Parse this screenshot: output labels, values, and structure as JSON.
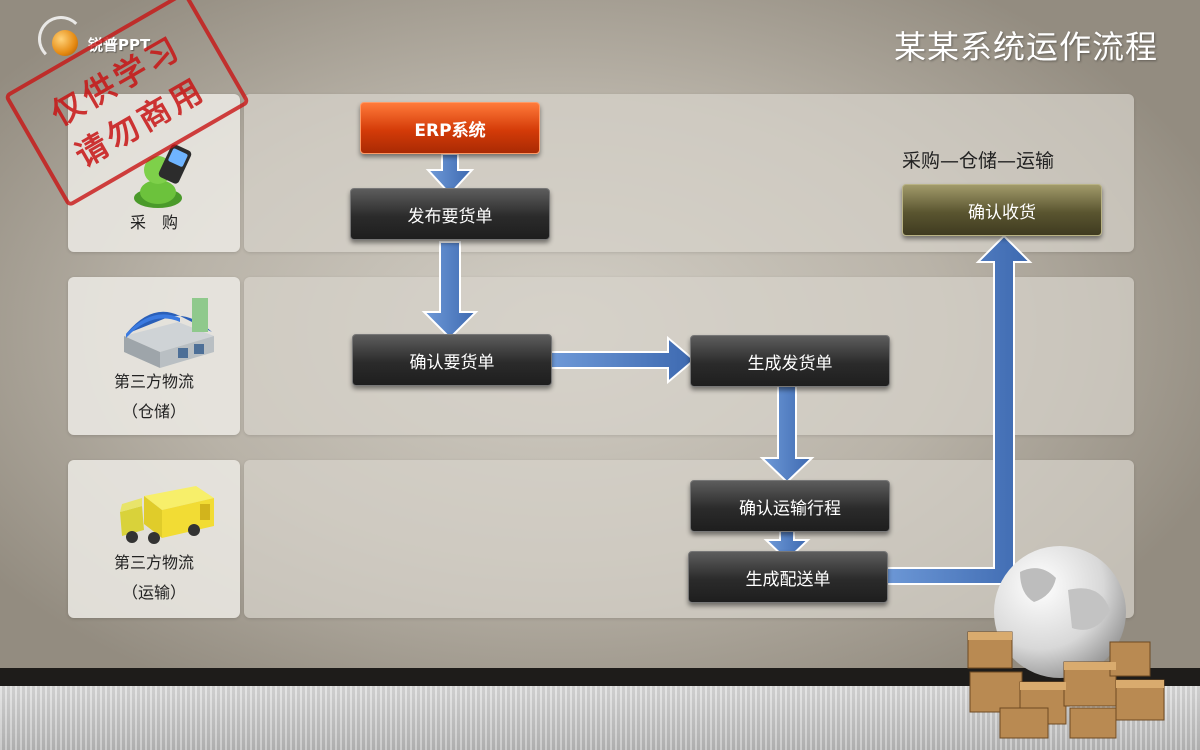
{
  "header": {
    "title": "某某系统运作流程",
    "logo_text": "锐普PPT"
  },
  "stamp": {
    "line1": "仅供学习",
    "line2": "请勿商用"
  },
  "lanes": [
    {
      "name": "采　购",
      "name2": ""
    },
    {
      "name": "第三方物流",
      "name2": "（仓储）"
    },
    {
      "name": "第三方物流",
      "name2": "（运输）"
    }
  ],
  "boxes": {
    "erp": "ERP系统",
    "publish_order": "发布要货单",
    "confirm_order": "确认要货单",
    "generate_shipment": "生成发货单",
    "confirm_transport": "确认运输行程",
    "generate_delivery": "生成配送单",
    "confirm_receipt": "确认收货"
  },
  "annotation": "采购—仓储—运输",
  "icons": {
    "purchase": "phone-person-icon",
    "warehouse": "warehouse-icon",
    "transport": "truck-icon",
    "decor": "globe-boxes-icon"
  },
  "colors": {
    "arrow": "#4a7bc4",
    "erp": "#d43b08",
    "box": "#2b2b2b",
    "confirm": "#5a5530"
  }
}
